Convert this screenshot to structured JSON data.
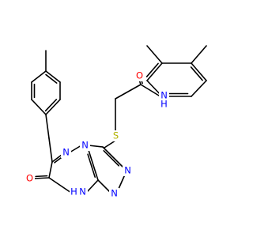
{
  "molecule": {
    "colors": {
      "bond": "#000000",
      "nitrogen": "#0000FF",
      "oxygen": "#FF0000",
      "sulfur": "#B2B200",
      "background": "#FFFFFF"
    },
    "atom_labels": {
      "n_amide": "N",
      "h_amide": "H",
      "o_amide": "O",
      "s_thioether": "S",
      "n_triazole_top": "N",
      "n_triazine_left": "N",
      "n_triazole_right_1": "N",
      "n_triazole_right_2": "N",
      "nh_ring": "N",
      "h_ring": "H",
      "o_ketone": "O"
    }
  }
}
